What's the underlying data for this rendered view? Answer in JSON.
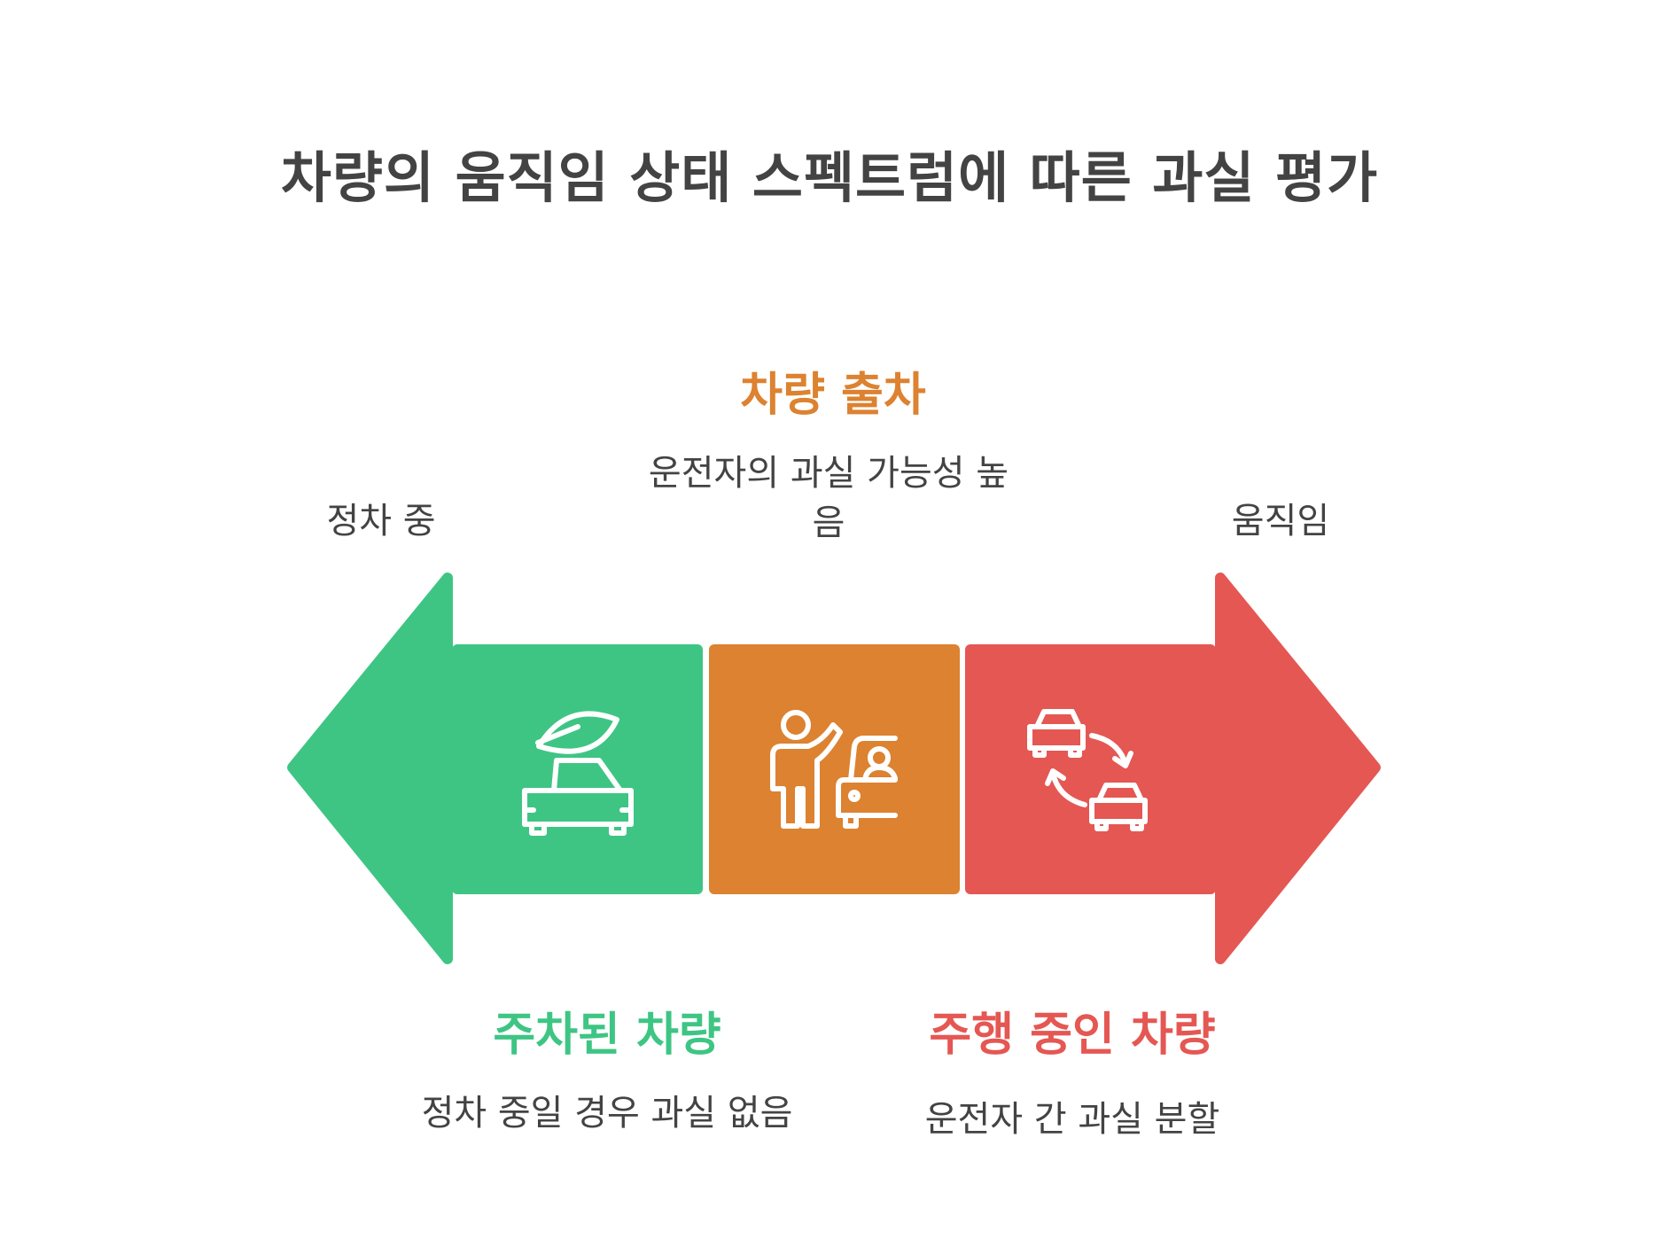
{
  "title": "차량의 움직임 상태 스펙트럼에 따른 과실 평가",
  "ends": {
    "left": {
      "label": "정차 중",
      "color": "#3ec584"
    },
    "right": {
      "label": "움직임",
      "color": "#e55753"
    }
  },
  "stages": [
    {
      "title": "주차된 차량",
      "description": "정차 중일 경우 과실 없음",
      "color": "#3ec584",
      "icon": "car-leaf-icon"
    },
    {
      "title": "차량 출차",
      "description": "운전자의 과실 가능성 높음",
      "color": "#dc8230",
      "icon": "person-car-signal-icon"
    },
    {
      "title": "주행 중인 차량",
      "description": "운전자 간 과실 분할",
      "color": "#e55753",
      "icon": "two-cars-swap-icon"
    }
  ]
}
